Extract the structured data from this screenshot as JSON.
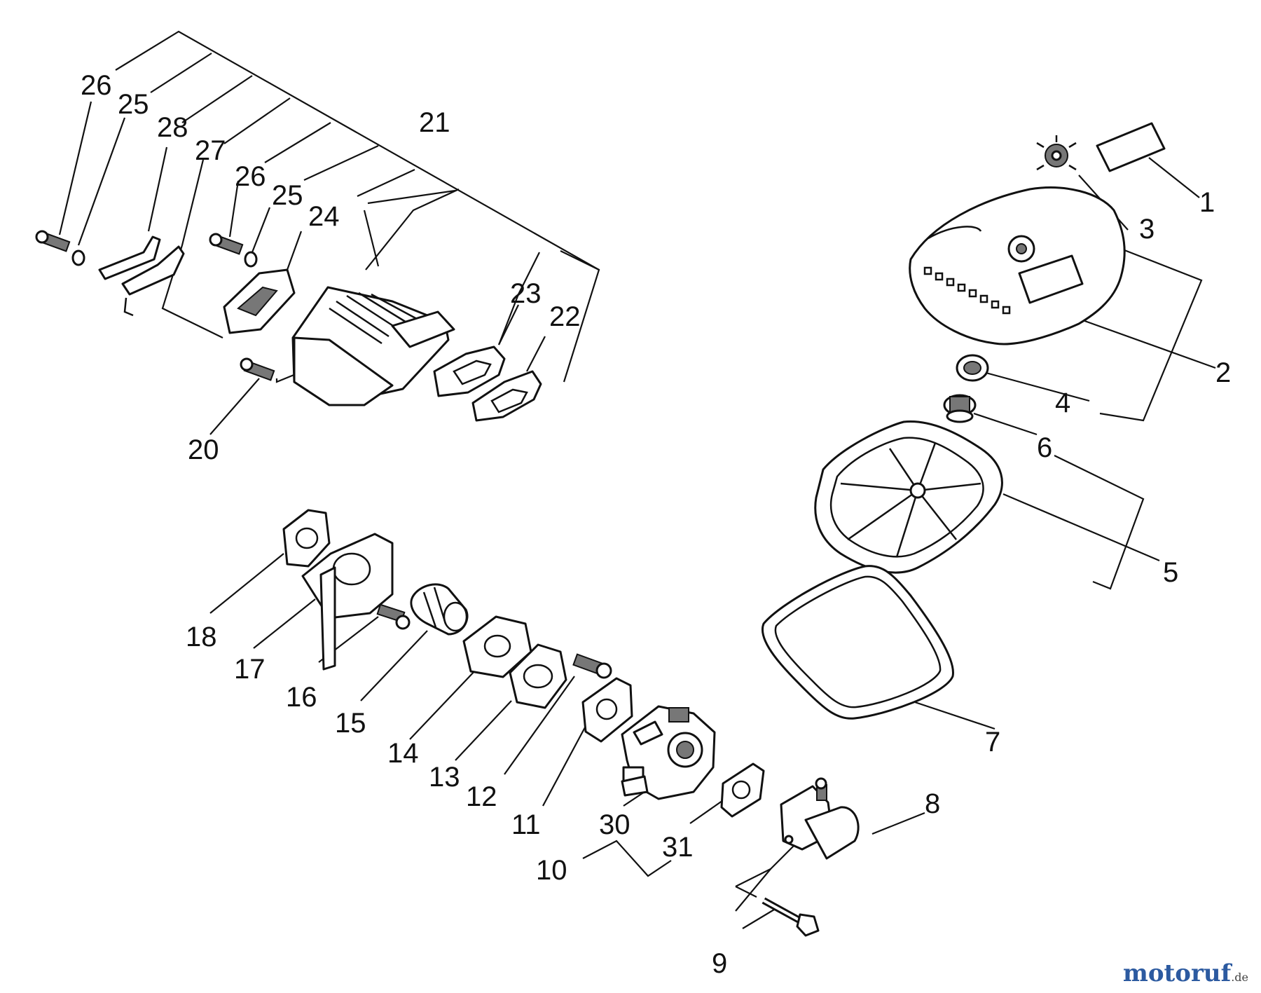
{
  "callouts": [
    {
      "id": "c1",
      "text": "1"
    },
    {
      "id": "c2",
      "text": "2"
    },
    {
      "id": "c3",
      "text": "3"
    },
    {
      "id": "c4",
      "text": "4"
    },
    {
      "id": "c5",
      "text": "5"
    },
    {
      "id": "c6",
      "text": "6"
    },
    {
      "id": "c7",
      "text": "7"
    },
    {
      "id": "c8",
      "text": "8"
    },
    {
      "id": "c9",
      "text": "9"
    },
    {
      "id": "c10",
      "text": "10"
    },
    {
      "id": "c11",
      "text": "11"
    },
    {
      "id": "c12",
      "text": "12"
    },
    {
      "id": "c13",
      "text": "13"
    },
    {
      "id": "c14",
      "text": "14"
    },
    {
      "id": "c15",
      "text": "15"
    },
    {
      "id": "c16",
      "text": "16"
    },
    {
      "id": "c17",
      "text": "17"
    },
    {
      "id": "c18",
      "text": "18"
    },
    {
      "id": "c20",
      "text": "20"
    },
    {
      "id": "c21",
      "text": "21"
    },
    {
      "id": "c22",
      "text": "22"
    },
    {
      "id": "c23",
      "text": "23"
    },
    {
      "id": "c24",
      "text": "24"
    },
    {
      "id": "c25a",
      "text": "25"
    },
    {
      "id": "c25b",
      "text": "25"
    },
    {
      "id": "c26a",
      "text": "26"
    },
    {
      "id": "c26b",
      "text": "26"
    },
    {
      "id": "c27",
      "text": "27"
    },
    {
      "id": "c28",
      "text": "28"
    },
    {
      "id": "c30",
      "text": "30"
    },
    {
      "id": "c31",
      "text": "31"
    }
  ],
  "watermark": {
    "main": "motoruf",
    "tld": ".de"
  }
}
